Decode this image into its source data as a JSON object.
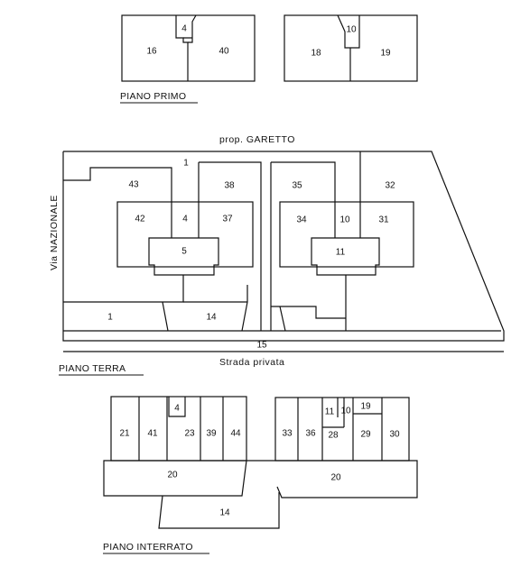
{
  "floors": {
    "primo": "PIANO PRIMO",
    "terra": "PIANO TERRA",
    "interrato": "PIANO INTERRATO"
  },
  "roads": {
    "north": "prop. GARETTO",
    "west": "Via NAZIONALE",
    "south": "Strada privata"
  },
  "units_primo": [
    "4",
    "16",
    "40",
    "10",
    "18",
    "19"
  ],
  "units_terra": [
    "1",
    "43",
    "38",
    "35",
    "32",
    "42",
    "4",
    "37",
    "34",
    "10",
    "31",
    "5",
    "11",
    "1",
    "14",
    "15"
  ],
  "units_interrato": [
    "21",
    "41",
    "4",
    "23",
    "39",
    "44",
    "33",
    "36",
    "11",
    "10",
    "19",
    "28",
    "29",
    "30",
    "20",
    "20",
    "14"
  ]
}
